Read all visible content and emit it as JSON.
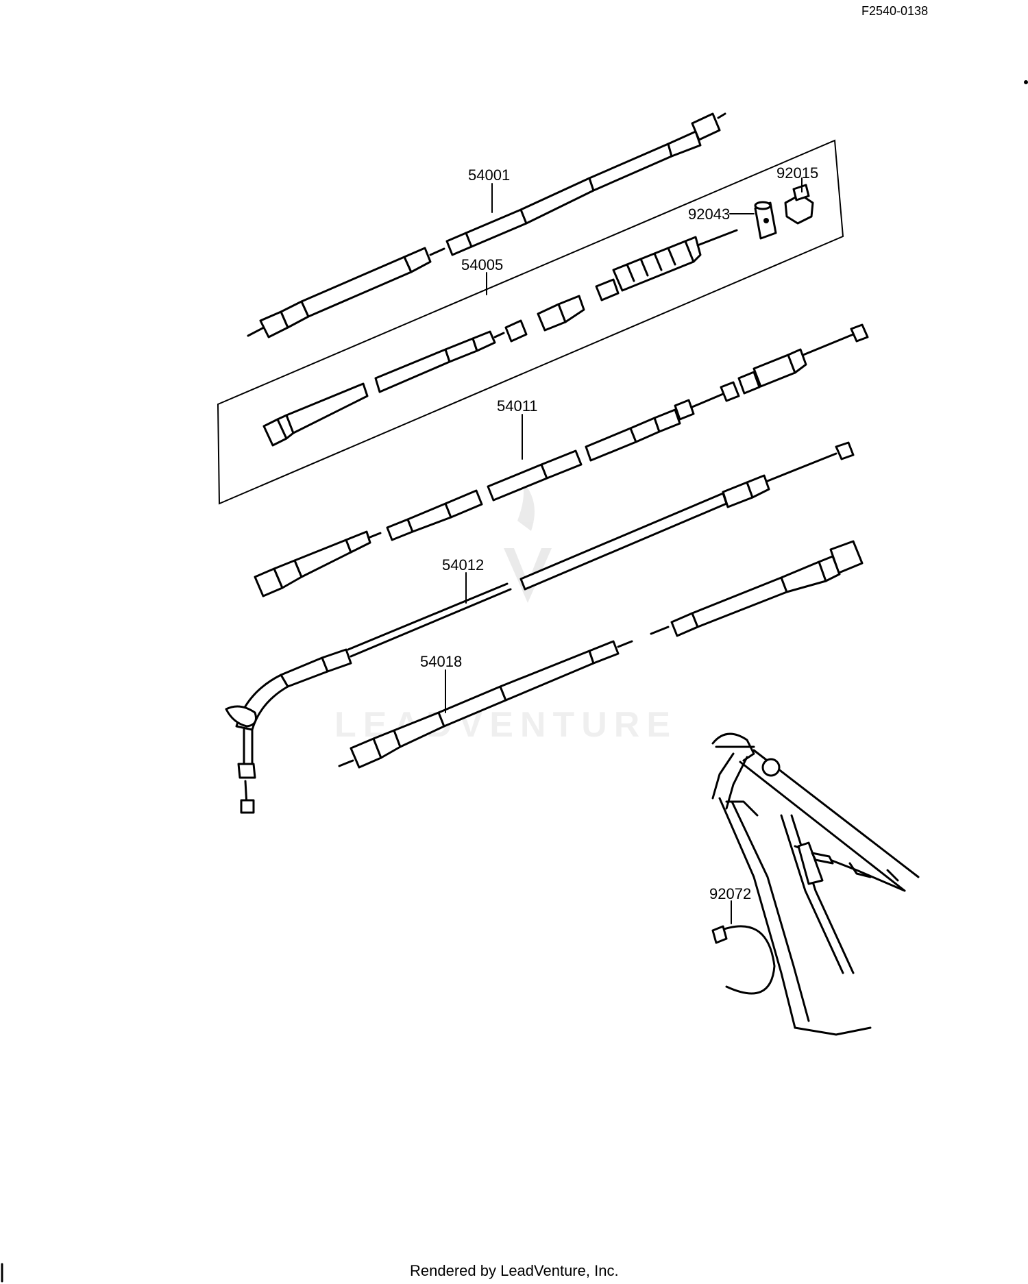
{
  "ref_code": "F2540-0138",
  "footer": "Rendered by LeadVenture, Inc.",
  "watermark": "LEADVENTURE",
  "parts": [
    {
      "number": "54001"
    },
    {
      "number": "92015"
    },
    {
      "number": "92043"
    },
    {
      "number": "54005"
    },
    {
      "number": "54011"
    },
    {
      "number": "54012"
    },
    {
      "number": "54018"
    },
    {
      "number": "92072"
    }
  ]
}
